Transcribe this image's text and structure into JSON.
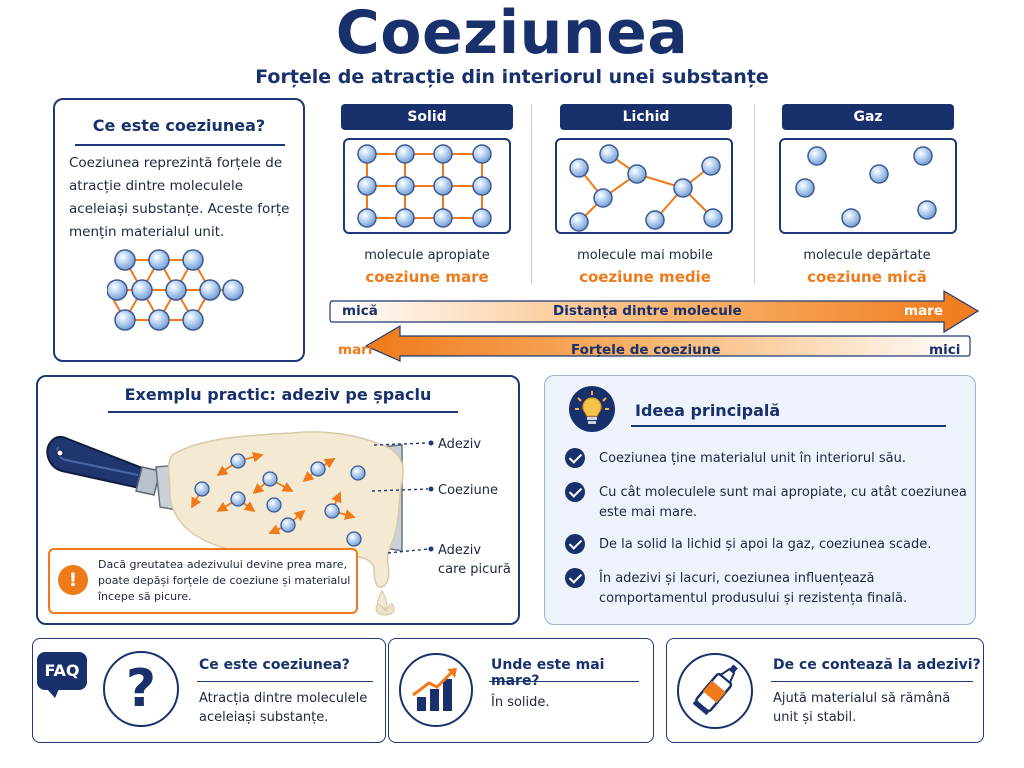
{
  "header": {
    "title": "Coeziunea",
    "subtitle": "Forțele de atracție din interiorul unei substanțe"
  },
  "definition": {
    "heading": "Ce este coeziunea?",
    "text": "Coeziunea reprezintă forțele de atracție dintre moleculele aceleiași substanțe. Aceste forțe mențin materialul unit."
  },
  "states": [
    {
      "name": "Solid",
      "description": "molecule apropiate",
      "cohesion": "coeziune mare"
    },
    {
      "name": "Lichid",
      "description": "molecule mai mobile",
      "cohesion": "coeziune medie"
    },
    {
      "name": "Gaz",
      "description": "molecule depărtate",
      "cohesion": "coeziune mică"
    }
  ],
  "arrows": {
    "distance": {
      "label": "Distanța dintre molecule",
      "start": "mică",
      "end": "mare"
    },
    "forces": {
      "label": "Forțele de coeziune",
      "start": "mari",
      "end": "mici"
    }
  },
  "example": {
    "heading": "Exemplu practic: adeziv pe șpaclu",
    "labels": {
      "adhesive": "Adeziv",
      "cohesion": "Coeziune",
      "drip_line1": "Adeziv",
      "drip_line2": "care picură"
    },
    "warning": "Dacă greutatea adezivului devine prea mare, poate depăși forțele de coeziune și materialul începe să picure.",
    "warning_icon": "!"
  },
  "main_idea": {
    "heading": "Ideea principală",
    "icon": "lightbulb-icon",
    "points": [
      "Coeziunea ține materialul unit în interiorul său.",
      "Cu cât moleculele sunt mai apropiate, cu atât coeziunea este mai mare.",
      "De la solid la lichid și apoi la gaz, coeziunea scade.",
      "În adezivi și lacuri, coeziunea influențează comportamentul produsului și rezistența finală."
    ]
  },
  "faq": {
    "badge": "FAQ",
    "items": [
      {
        "question": "Ce este coeziunea?",
        "answer": "Atracția dintre moleculele aceleiași substanțe.",
        "icon": "question-mark-icon"
      },
      {
        "question": "Unde este mai mare?",
        "answer": "În solide.",
        "icon": "bar-chart-icon"
      },
      {
        "question": "De ce contează la adezivi?",
        "answer": "Ajută materialul să rămână unit și stabil.",
        "icon": "glue-tube-icon"
      }
    ]
  },
  "colors": {
    "navy": "#18306b",
    "orange": "#ef7a1a",
    "molecule": "#a9c8ee",
    "adhesive": "#f4ead4"
  }
}
